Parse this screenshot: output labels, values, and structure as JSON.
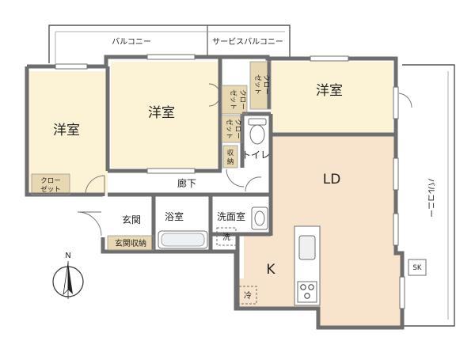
{
  "colors": {
    "western_room": "#fcf3d6",
    "ldk": "#f8e3cc",
    "closet": "#e8d8b2",
    "wet_area": "#ffffff",
    "wall": "#6e6e6e",
    "balcony_line": "#555555"
  },
  "labels": {
    "balcony_top": "バルコニー",
    "service_balcony": "サービスバルコニー",
    "balcony_right": "バルコニー",
    "room_west": "洋室",
    "room_center": "洋室",
    "room_east": "洋室",
    "ld": "LD",
    "kitchen": "K",
    "hallway": "廊下",
    "entrance": "玄関",
    "bath": "浴室",
    "washroom": "洗面室",
    "toilet": "トイレ",
    "closet_west_1": "クロー",
    "closet_west_2": "ゼット",
    "closet_a_1": "クロー",
    "closet_a_2": "ゼット",
    "closet_b_1": "クロー",
    "closet_b_2": "ゼット",
    "closet_c_1": "クロー",
    "closet_c_2": "ゼット",
    "storage_1": "収",
    "storage_2": "納",
    "entrance_storage": "玄関収納",
    "washer": "洗",
    "fridge": "冷",
    "sk": "SK",
    "north": "N"
  },
  "icons": [
    "compass-icon",
    "bathtub-icon",
    "toilet-icon",
    "sink-icon",
    "stove-icon",
    "kitchen-sink-icon",
    "door-swing-icon",
    "window-icon"
  ]
}
